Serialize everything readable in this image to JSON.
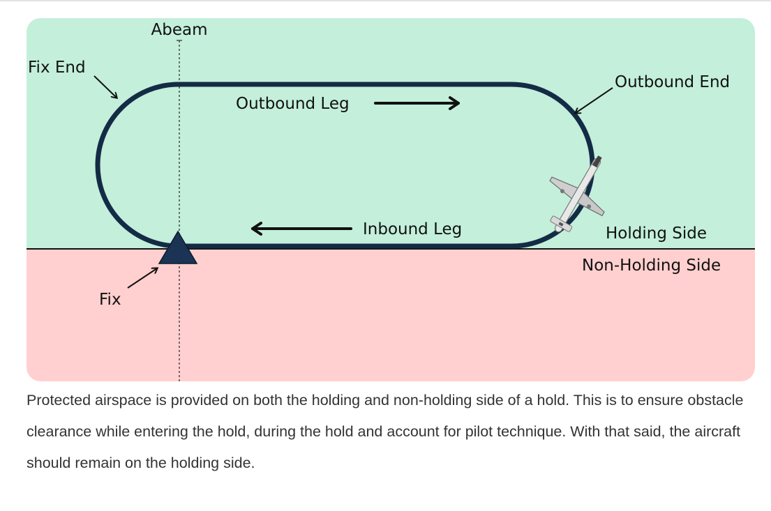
{
  "colors": {
    "holding_side": "#c3efdb",
    "non_holding_side": "#ffd0cf",
    "track": "#142b45",
    "fix_marker": "#1b3456",
    "ink": "#111111",
    "caption_text": "#333333"
  },
  "diagram": {
    "labels": {
      "abeam": "Abeam",
      "fix_end": "Fix End",
      "outbound_end": "Outbound End",
      "outbound_leg": "Outbound Leg",
      "inbound_leg": "Inbound Leg",
      "holding_side": "Holding Side",
      "non_holding_side": "Non-Holding Side",
      "fix": "Fix"
    },
    "icons": [
      "aircraft-icon",
      "fix-triangle-icon"
    ]
  },
  "caption": "Protected airspace is provided on both the holding and non-holding side of a hold. This is to ensure obstacle clearance while entering the hold, during the hold and account for pilot technique. With that said, the aircraft should remain on the holding side."
}
